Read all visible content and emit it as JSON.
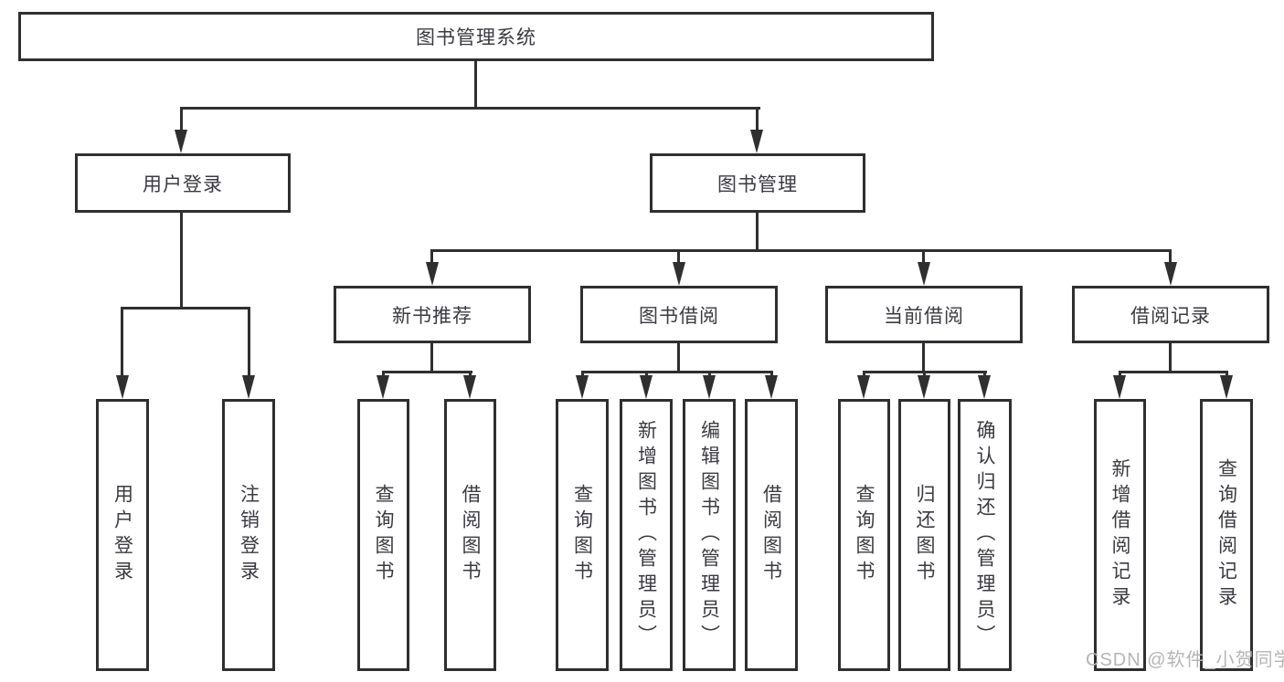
{
  "diagram": {
    "title": "图书管理系统",
    "watermark": "CSDN @软件_小贺同学",
    "colors": {
      "line": "#2f2f2f",
      "text": "#3a3a41",
      "watermark": "#b5b5b5",
      "background": "#ffffff"
    },
    "nodes": {
      "root": "图书管理系统",
      "user_login": "用户登录",
      "book_mgmt": "图书管理",
      "new_book_rec": "新书推荐",
      "book_borrow": "图书借阅",
      "current_borrow": "当前借阅",
      "borrow_records": "借阅记录"
    },
    "leaves": {
      "user_login": "用户登录",
      "logout": "注销登录",
      "rec_query_books": "查询图书",
      "rec_borrow_books": "借阅图书",
      "bb_query_books": "查询图书",
      "bb_add_books": "新增图书（管理员）",
      "bb_edit_books": "编辑图书（管理员）",
      "bb_borrow_books": "借阅图书",
      "cb_query_books": "查询图书",
      "cb_return_books": "归还图书",
      "cb_confirm_return": "确认归还（管理员）",
      "br_add_record": "新增借阅记录",
      "br_query_record": "查询借阅记录"
    }
  }
}
